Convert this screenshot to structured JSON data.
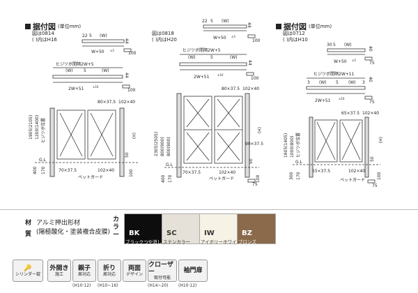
{
  "sections": [
    {
      "title": "据付図",
      "unit": "(単位mm)",
      "fig": "図は0814",
      "note": "(   )内はH16"
    },
    {
      "title": "",
      "unit": "",
      "fig": "図は0818",
      "note": "(   )内はH20"
    },
    {
      "title": "据付図",
      "unit": "(単位mm)",
      "fig": "図は0712",
      "note": "(   )内はH10"
    }
  ],
  "dims": {
    "w": "(W)",
    "five": "5",
    "t22": "22",
    "t22b": "22",
    "d44": "44",
    "d100": "100",
    "d40": "40",
    "d30": "30",
    "d3": "3",
    "d75": "75",
    "w50": "W+50",
    "w50tol": "±5",
    "hinge1": "ヒジツボ間隔2W+5",
    "hinge3": "ヒジツボ間隔2W+11",
    "w2_51": "2W+51",
    "tol10": "±10",
    "w2_51b": "2W+51",
    "sec80": "80×37.5",
    "sec102": "102×40",
    "sec65": "65×37.5",
    "post70": "70×37.5",
    "post102": "102×40",
    "post90": "90×37.5",
    "post55": "55×37.5",
    "H": "(H)",
    "gl": "G.L",
    "pet": "ペットガード",
    "d50": "50",
    "h1905": "1905(2105)",
    "h1200": "1200(1400)",
    "hinge_pos": "ヒジツボ位置",
    "h400": "400",
    "h170": "170",
    "h2305": "2305(2505)",
    "h800a": "800(900)",
    "h800b": "800(900)",
    "h1605": "1605(1405)",
    "h1000": "1000(800)",
    "h300": "300",
    "h170b": "170"
  },
  "material": {
    "label": "材質",
    "name": "アルミ押出形材",
    "detail": "(陽極酸化・塗装複合皮膜)"
  },
  "color": {
    "label": "カラー",
    "swatches": [
      {
        "code": "BK",
        "name": "ブラックつや消し",
        "hex": "#0d0d0d",
        "text_color": "#ffffff"
      },
      {
        "code": "SC",
        "name": "ステンカラー",
        "hex": "#e6e1d8",
        "text_color": "#333333"
      },
      {
        "code": "IW",
        "name": "アイボリーホワイト",
        "hex": "#f6f2e6",
        "text_color": "#333333"
      },
      {
        "code": "BZ",
        "name": "ブロンズ",
        "hex": "#8a6a4a",
        "text_color": "#ffffff"
      }
    ]
  },
  "features": [
    {
      "main": "",
      "sub": "シリンダー錠",
      "note": ""
    },
    {
      "main": "外開き",
      "sub": "施工",
      "note": ""
    },
    {
      "main": "親子",
      "sub": "扉対応",
      "note": "(H10·12)"
    },
    {
      "main": "折り",
      "sub": "扉対応",
      "note": "(H10~16)"
    },
    {
      "main": "両面",
      "sub": "デザイン",
      "note": ""
    },
    {
      "main": "クローザー",
      "sub": "取付可能",
      "note": "(H14~20)"
    },
    {
      "main": "袖門扉",
      "sub": "",
      "note": "(H10·12)"
    }
  ]
}
